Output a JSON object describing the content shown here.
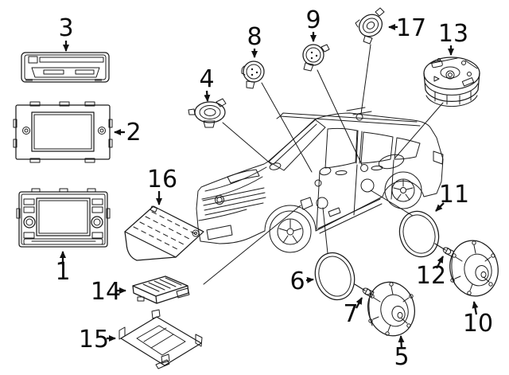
{
  "diagram": {
    "background_color": "#ffffff",
    "ink_color": "#1b1b1b",
    "callouts": [
      {
        "number": "1"
      },
      {
        "number": "2"
      },
      {
        "number": "3"
      },
      {
        "number": "4"
      },
      {
        "number": "5"
      },
      {
        "number": "6"
      },
      {
        "number": "7"
      },
      {
        "number": "8"
      },
      {
        "number": "9"
      },
      {
        "number": "10"
      },
      {
        "number": "11"
      },
      {
        "number": "12"
      },
      {
        "number": "13"
      },
      {
        "number": "14"
      },
      {
        "number": "15"
      },
      {
        "number": "16"
      },
      {
        "number": "17"
      }
    ]
  }
}
